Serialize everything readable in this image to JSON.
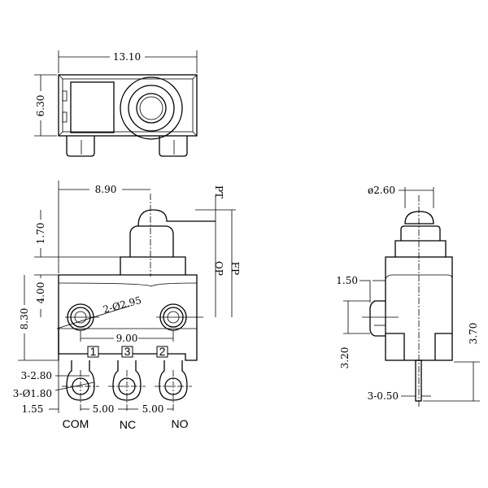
{
  "top_view": {
    "width_dim": "13.10",
    "height_dim": "6.30"
  },
  "front_view": {
    "dim_8_90": "8.90",
    "dim_1_70": "1.70",
    "dim_4_00": "4.00",
    "dim_8_30": "8.30",
    "hole_dim": "2-Ø2.95",
    "hole_spacing": "9.00",
    "terminal_width": "3-2.80",
    "terminal_hole": "3-Ø1.80",
    "dim_1_55": "1.55",
    "pitch_1": "5.00",
    "pitch_2": "5.00",
    "pt": "PT",
    "op": "OP",
    "fp": "FP",
    "terminal_numbers": [
      "1",
      "3",
      "2"
    ],
    "terminal_names": [
      "COM",
      "NC",
      "NO"
    ]
  },
  "side_view": {
    "plunger_dia": "ø2.60",
    "dim_1_50": "1.50",
    "dim_3_20": "3.20",
    "dim_3_70": "3.70",
    "pin_thickness": "3-0.50"
  }
}
